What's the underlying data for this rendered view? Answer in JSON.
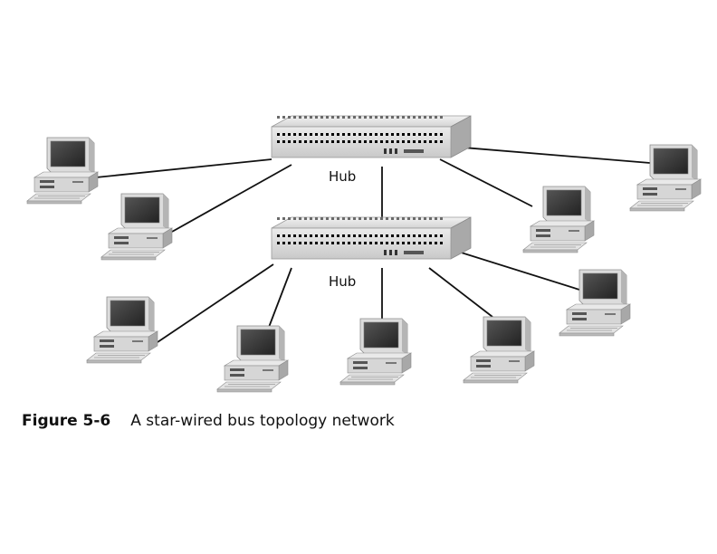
{
  "hubs": [
    {
      "label": "Hub"
    },
    {
      "label": "Hub"
    }
  ],
  "caption": {
    "figure_number": "Figure 5-6",
    "text": "A star-wired bus topology network"
  },
  "icons": {
    "hub": "hub-icon",
    "computer": "desktop-computer-icon"
  },
  "colors": {
    "background": "#ffffff",
    "cable": "#111111",
    "device_light": "#e6e6e6",
    "device_mid": "#bdbdbd",
    "device_dark": "#5a5a5a",
    "screen": "#3a3a3a"
  }
}
